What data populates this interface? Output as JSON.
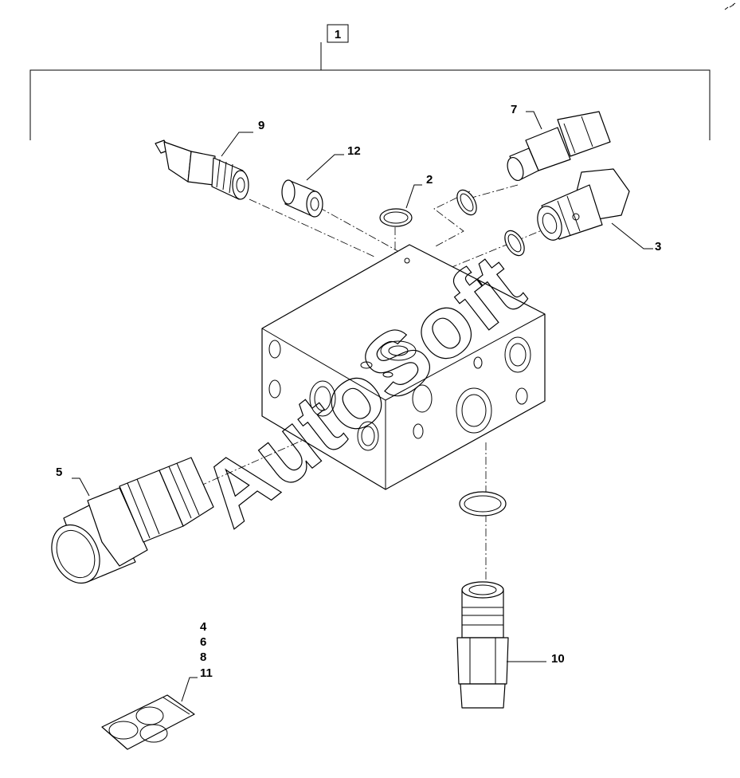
{
  "assembly_label": "1",
  "callouts": {
    "p2": "2",
    "p3": "3",
    "p5": "5",
    "p7": "7",
    "p9": "9",
    "p10": "10",
    "p12": "12",
    "kit": [
      "4",
      "6",
      "8",
      "11"
    ]
  },
  "watermark": "AutoSoft"
}
